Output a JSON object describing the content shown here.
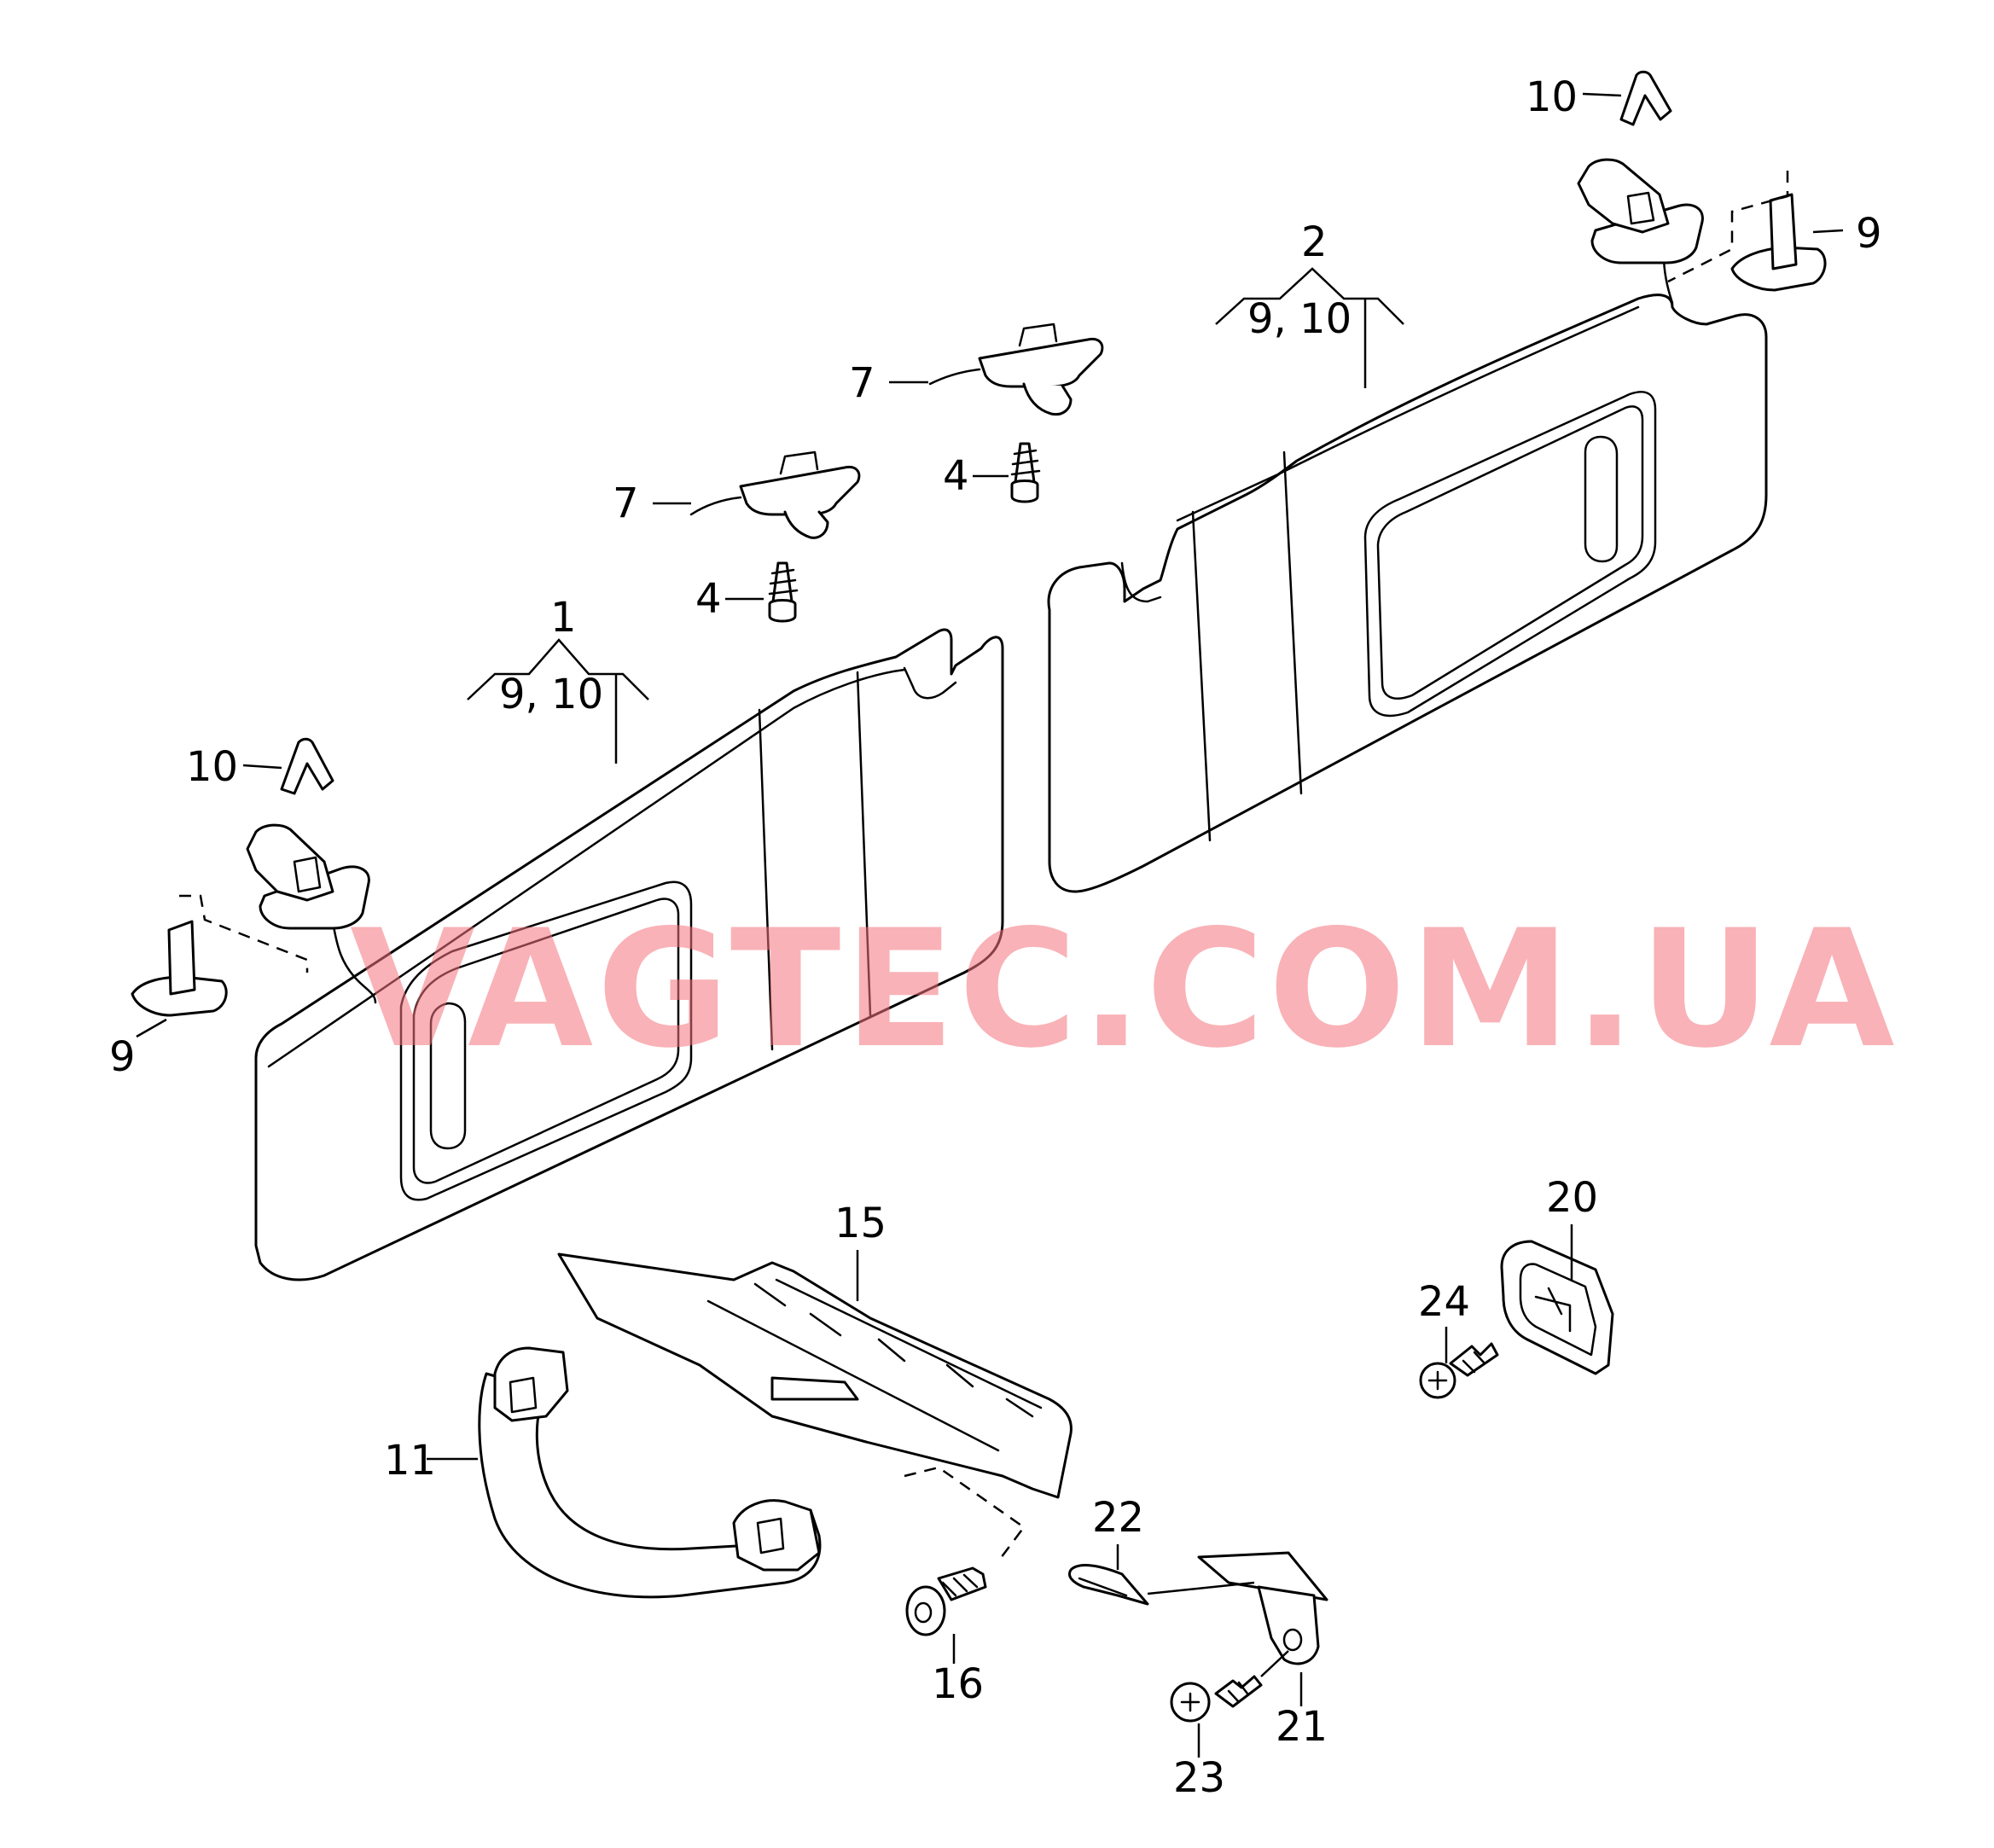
{
  "watermark": {
    "text": "VAGTEC.COM.UA",
    "color": "#f4737c"
  },
  "callouts": {
    "sunvisor_left": "1",
    "sunvisor_left_sub": "9, 10",
    "sunvisor_right": "2",
    "sunvisor_right_sub": "9, 10",
    "screw_left": "4",
    "screw_right": "4",
    "mount_left": "7",
    "mount_right": "7",
    "clip_left": "9",
    "clip_right": "9",
    "cap_left": "10",
    "cap_right": "10",
    "grab_handle": "11",
    "trim_panel": "15",
    "bolt": "16",
    "hook": "20",
    "bracket": "21",
    "spring_clip": "22",
    "screw_bracket": "23",
    "screw_hook": "24"
  }
}
